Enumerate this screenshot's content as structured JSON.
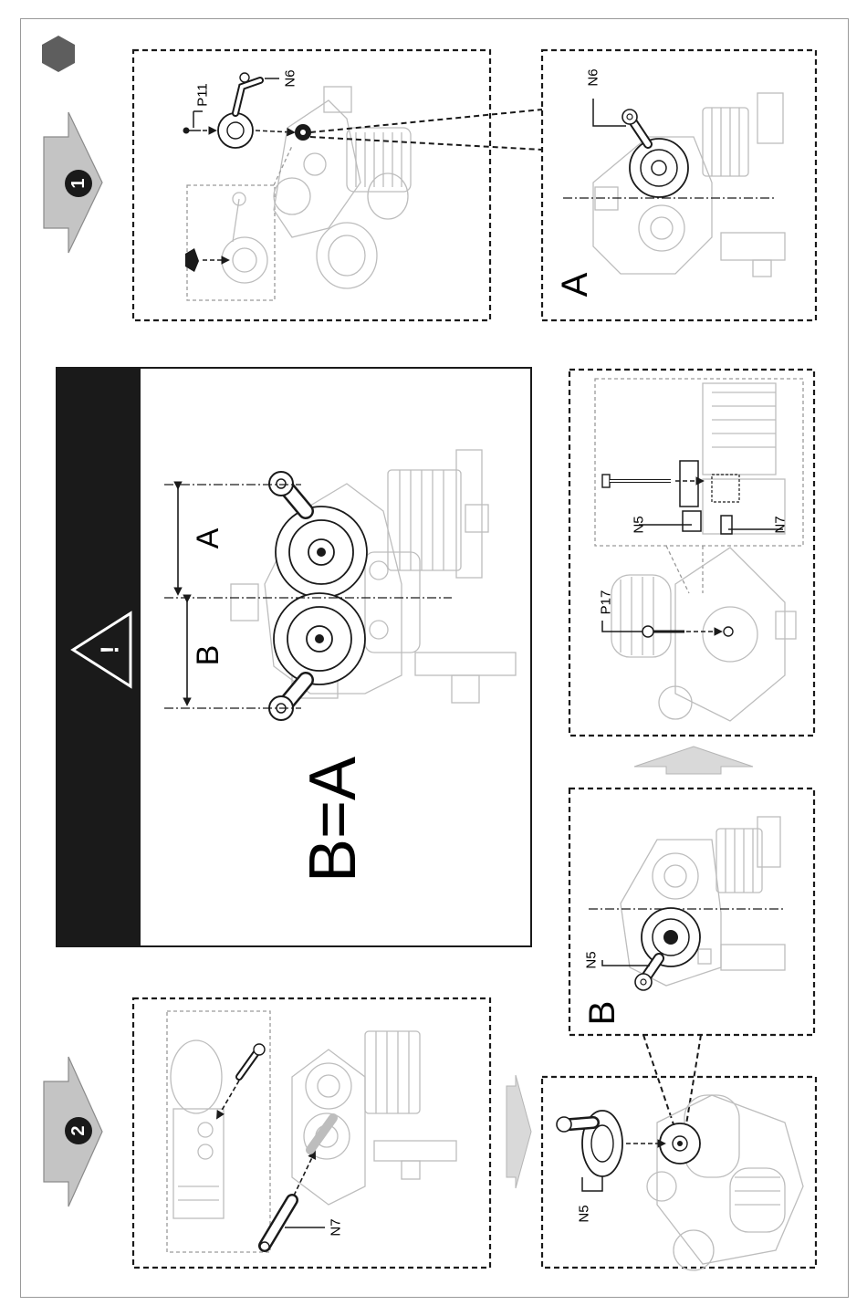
{
  "steps": {
    "step1": {
      "number": "1"
    },
    "step2": {
      "number": "2"
    }
  },
  "labels": {
    "p11": "P11",
    "n6_top": "N6",
    "n6_a": "N6",
    "view_a": "A",
    "n7_step2": "N7",
    "n5_b": "N5",
    "view_b": "B",
    "n5_bottom": "N5",
    "p17": "P17",
    "n5_inset": "N5",
    "n7_inset": "N7"
  },
  "warning": {
    "dimension_a": "A",
    "dimension_b": "B",
    "formula": "B=A",
    "symbol": "!"
  },
  "icons": {
    "hexagon": "hexagon-icon",
    "warning": "warning-triangle-icon",
    "step_arrow": "step-arrow-icon"
  },
  "colors": {
    "ink": "#1a1a1a",
    "grey_hexagon": "#5e5e5e",
    "step_arrow_fill": "#c4c4c4",
    "light_arrow_fill": "#d9d9d9",
    "warning_band": "#1a1a1a",
    "faded_part": "#bdbdbd"
  }
}
